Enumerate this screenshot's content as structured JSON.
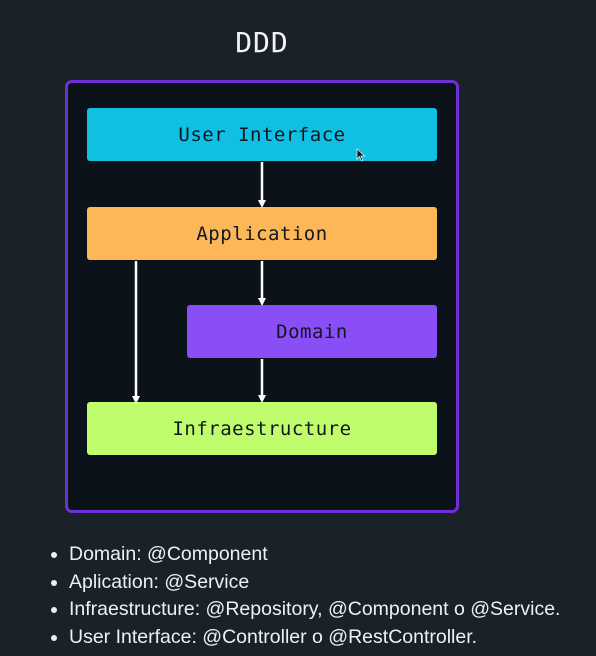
{
  "title": "DDD",
  "diagram": {
    "layers": {
      "user_interface": "User Interface",
      "application": "Application",
      "domain": "Domain",
      "infrastructure": "Infraestructure"
    },
    "edges": [
      {
        "from": "User Interface",
        "to": "Application"
      },
      {
        "from": "Application",
        "to": "Domain"
      },
      {
        "from": "Application",
        "to": "Infraestructure"
      },
      {
        "from": "Domain",
        "to": "Infraestructure"
      }
    ],
    "colors": {
      "frame_border": "#6d2fd6",
      "user_interface": "#0fc0e2",
      "application": "#fdb757",
      "domain": "#8a4ef7",
      "infrastructure": "#c0fd6c"
    }
  },
  "notes": [
    "Domain: @Component",
    "Aplication: @Service",
    "Infraestructure: @Repository, @Component o @Service.",
    "User Interface: @Controller o @RestController."
  ]
}
